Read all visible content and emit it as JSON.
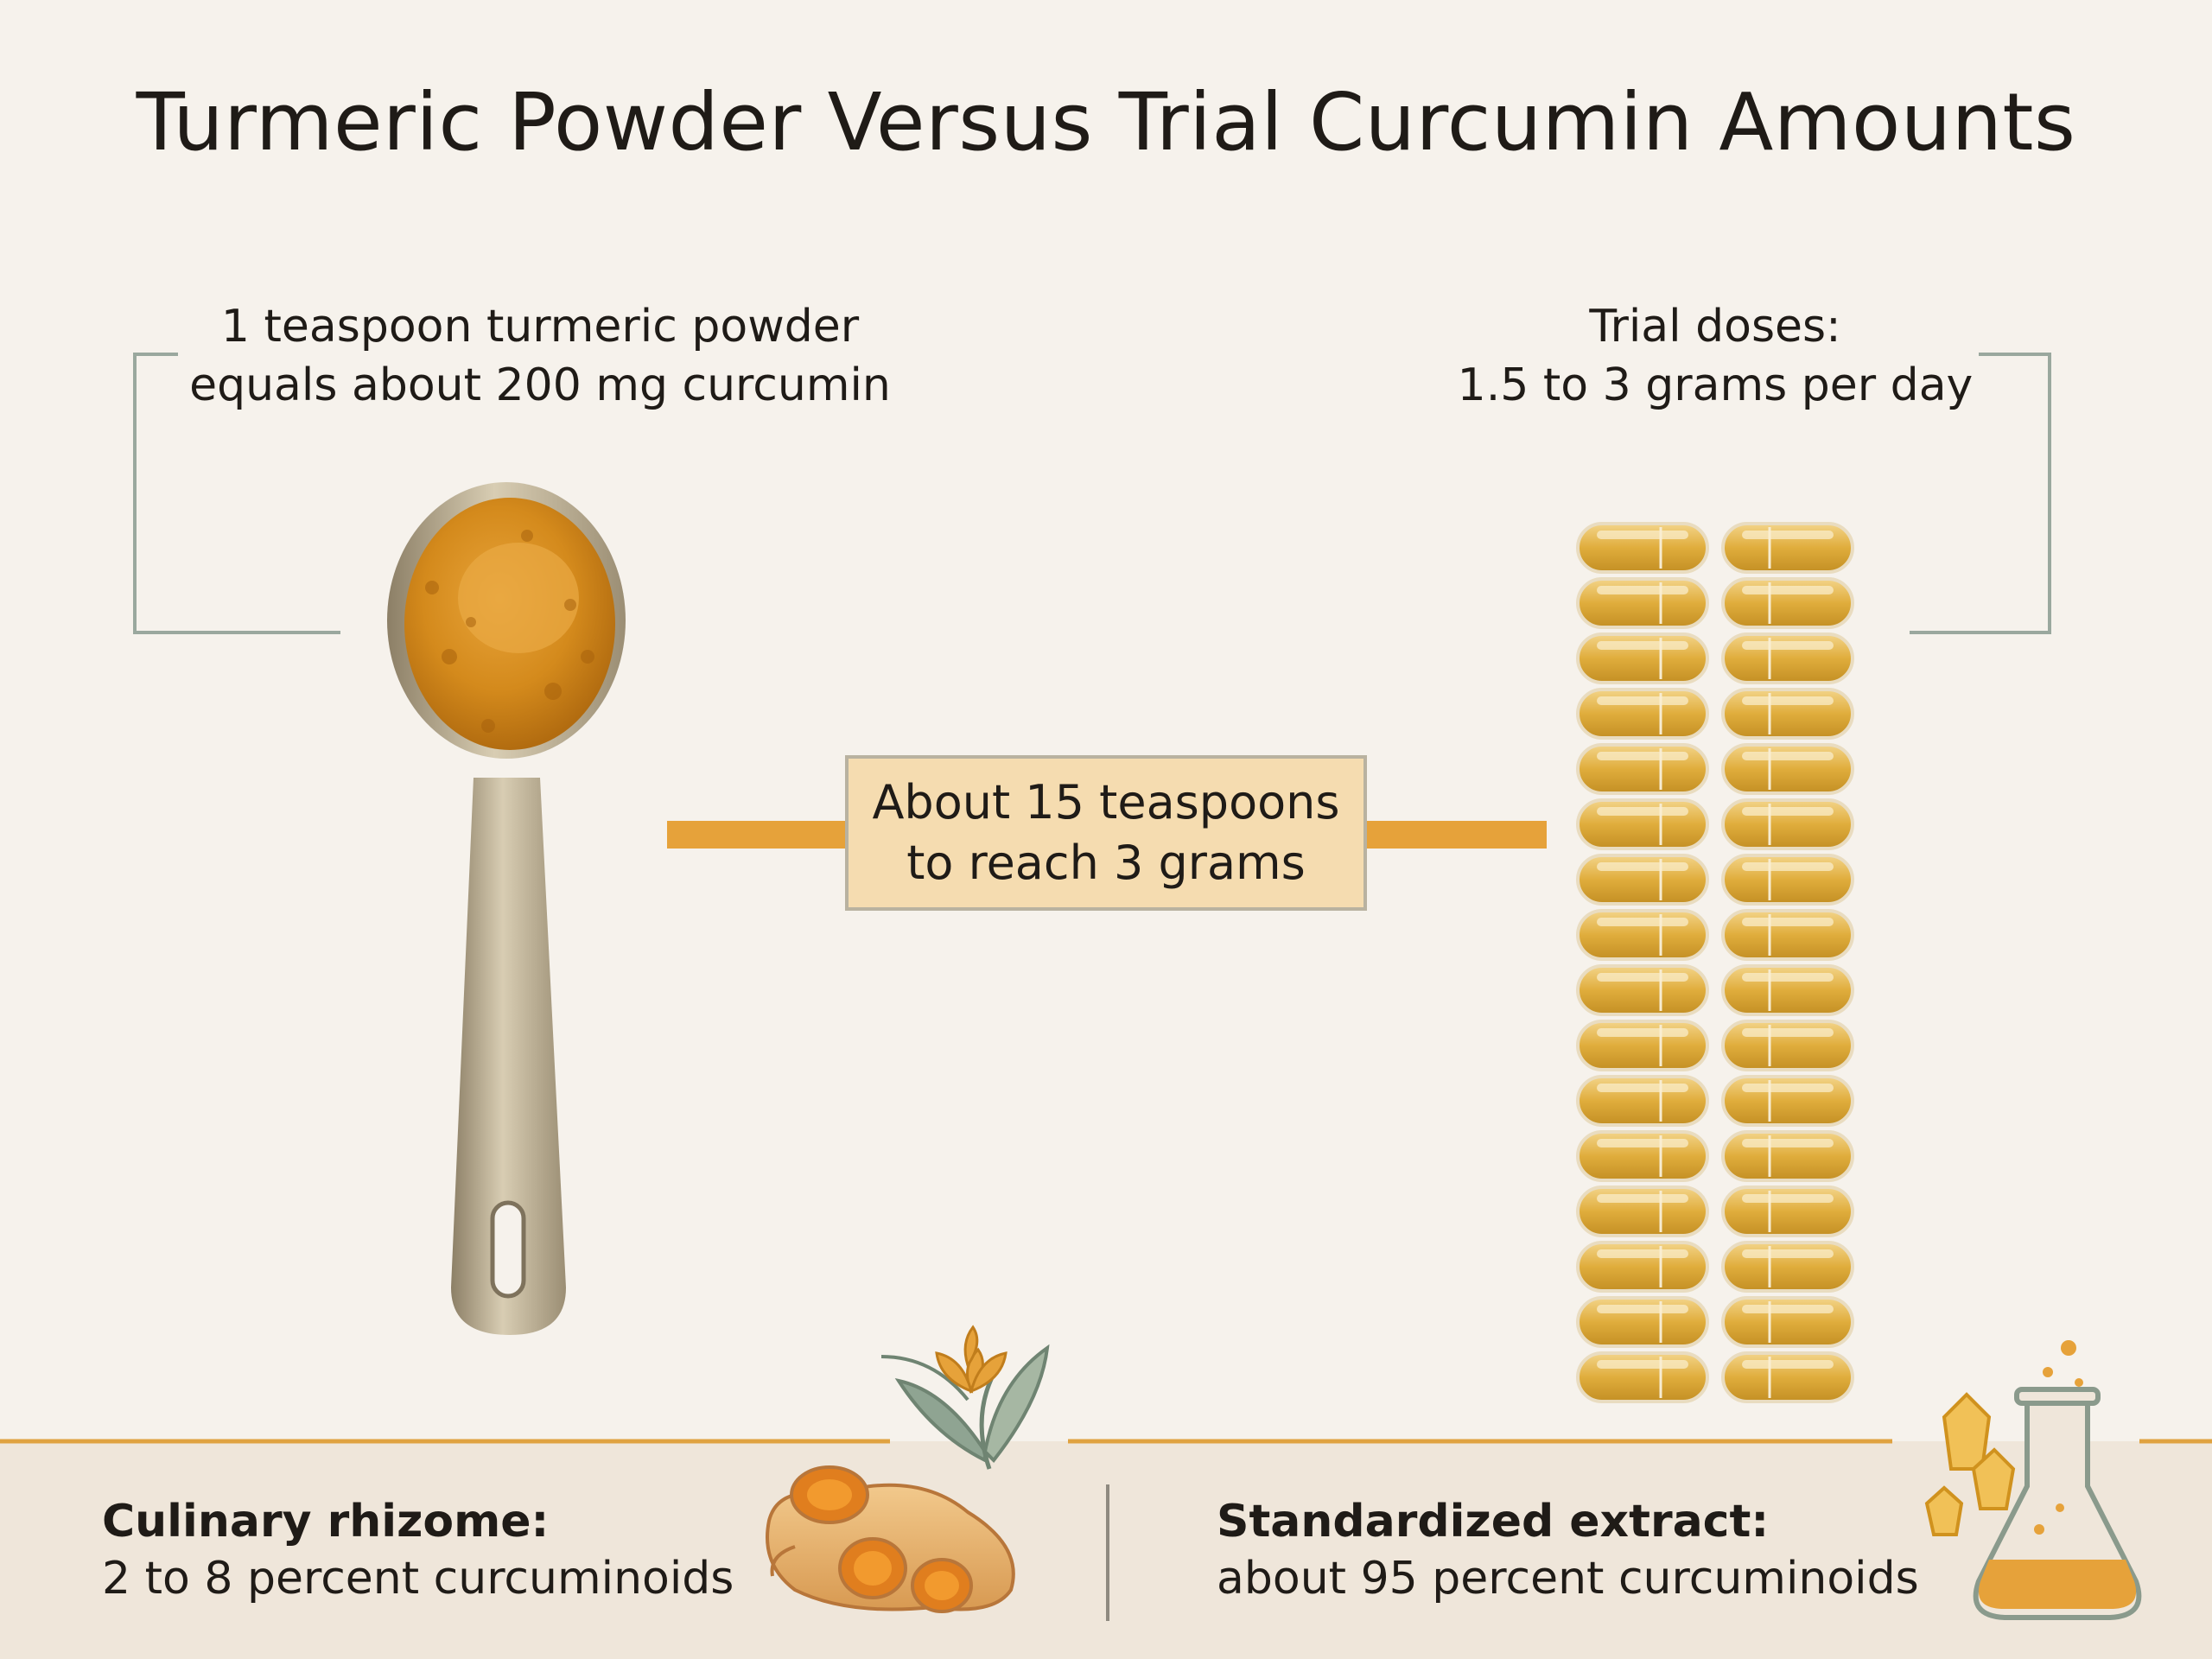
{
  "title": "Turmeric Powder Versus Trial Curcumin Amounts",
  "spoon_note": {
    "line1": "1 teaspoon turmeric powder",
    "line2": "equals about 200 mg curcumin"
  },
  "trial_note": {
    "line1": "Trial doses:",
    "line2": "1.5 to 3 grams per day"
  },
  "callout": {
    "line1": "About 15 teaspoons",
    "line2": "to reach 3 grams"
  },
  "culinary": {
    "heading": "Culinary rhizome:",
    "detail": "2 to 8 percent curcuminoids"
  },
  "extract": {
    "heading": "Standardized extract:",
    "detail": "about 95 percent curcuminoids"
  },
  "icons": [
    "measuring-spoon-icon",
    "capsule-stack-icon",
    "turmeric-root-icon",
    "lab-flask-icon",
    "crystal-icon"
  ],
  "colors": {
    "background": "#f6f2ec",
    "accent": "#e6a23a",
    "powder": "#d98f1e",
    "bracket": "#9aa89e",
    "callout_fill": "#f5dcb0"
  }
}
